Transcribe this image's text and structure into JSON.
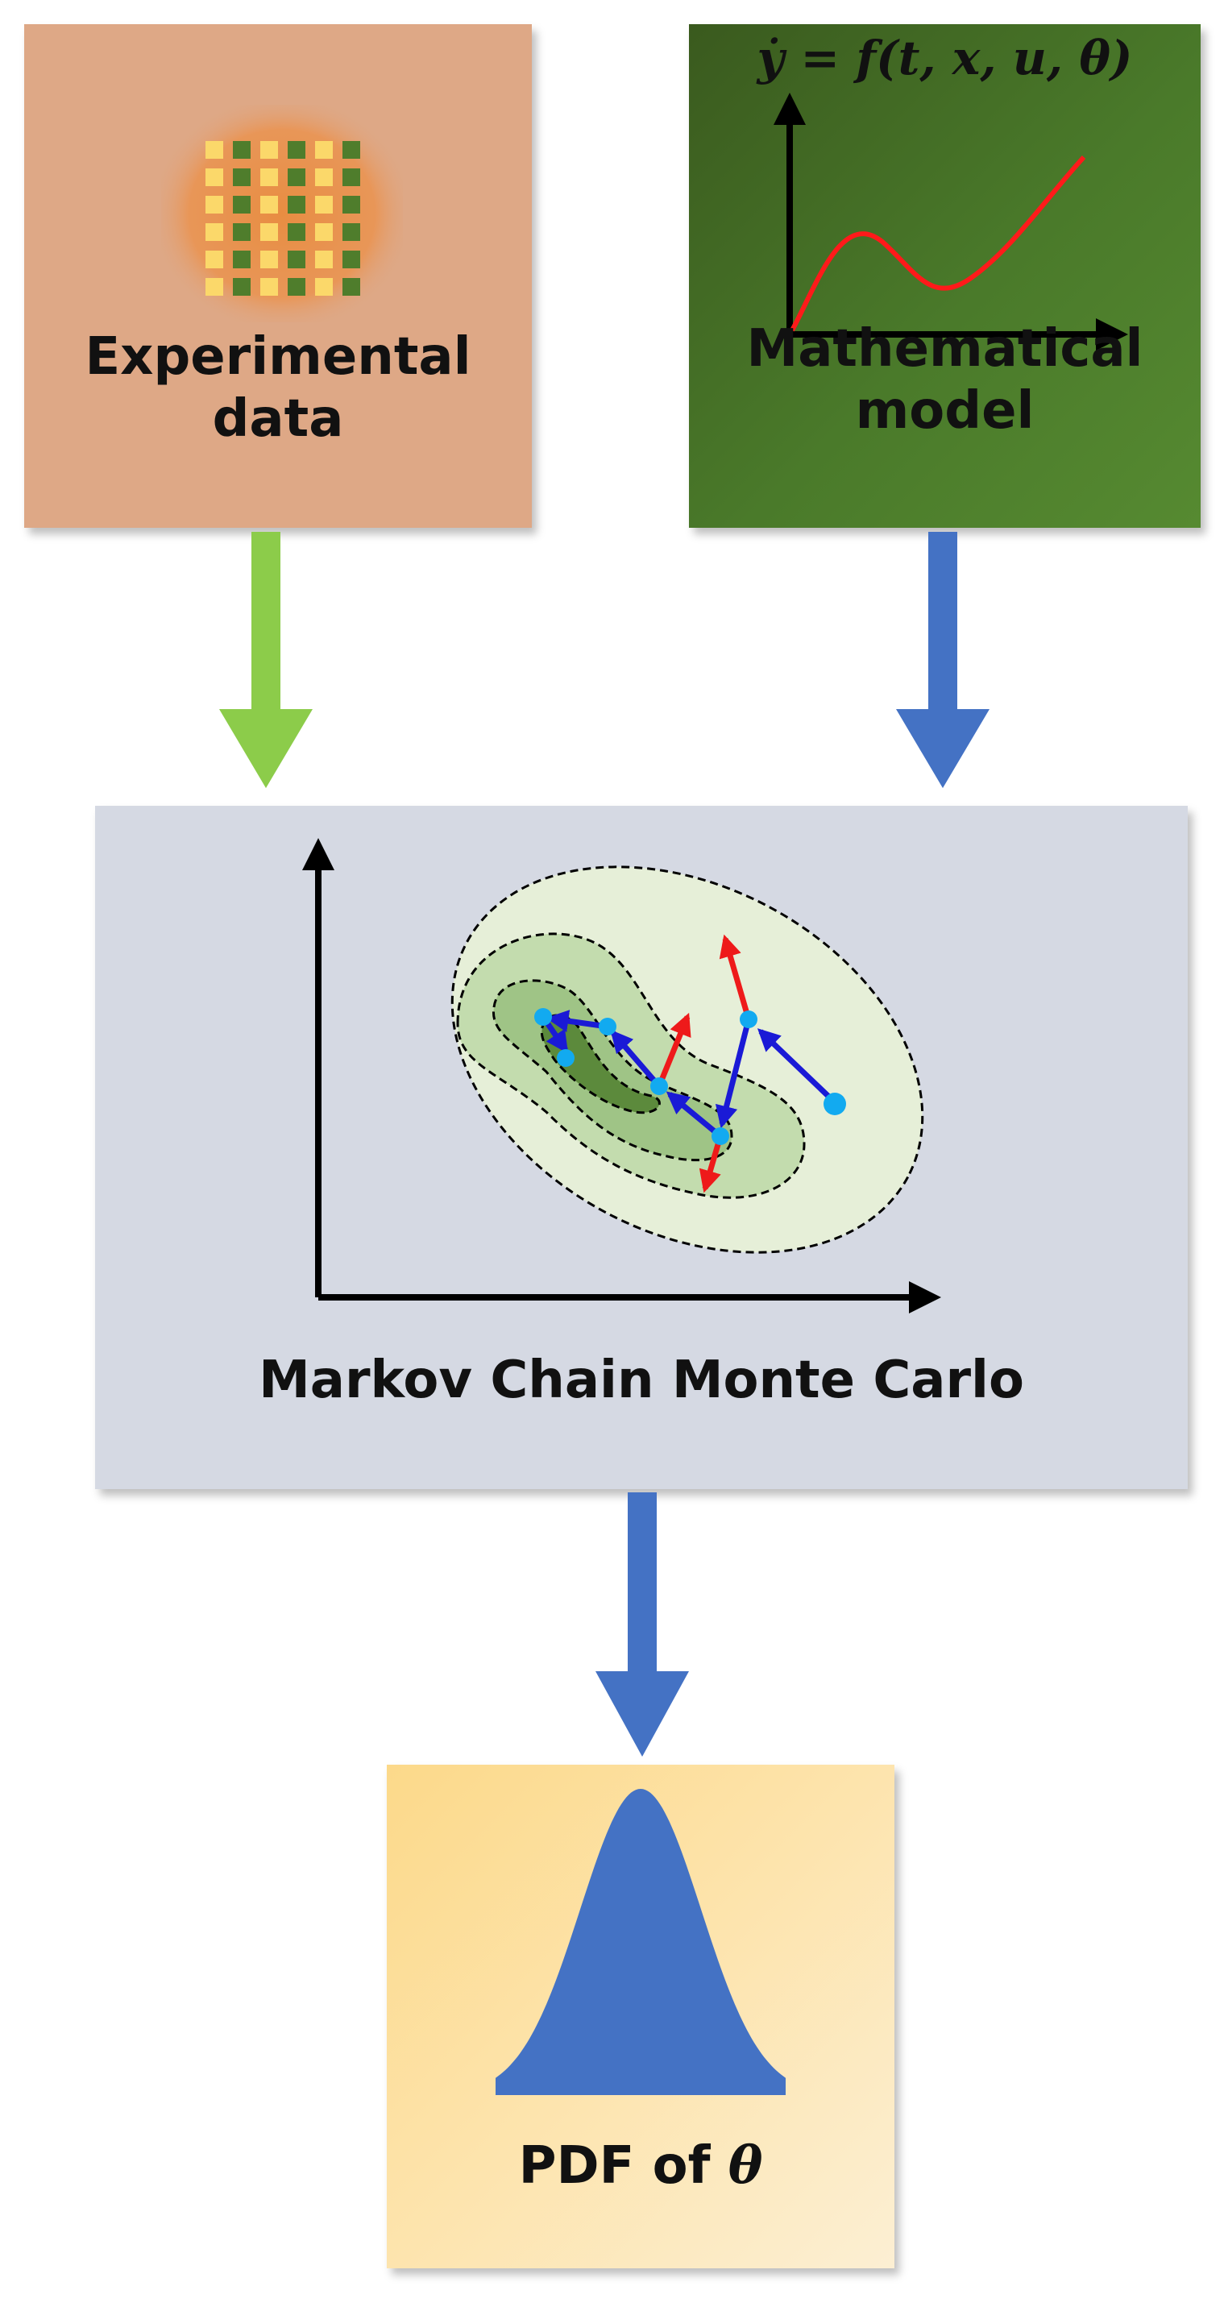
{
  "experimental_data": {
    "label_line1": "Experimental",
    "label_line2": "data",
    "grid_colors": [
      "#fbd86a",
      "#4f7d2c"
    ],
    "icon": "data-grid-icon"
  },
  "mathematical_model": {
    "equation": "ẏ = f(t, x, u, θ)",
    "label_line1": "Mathematical",
    "label_line2": "model",
    "curve_color": "#ff1a1a"
  },
  "mcmc": {
    "label": "Markov Chain Monte Carlo",
    "contour_colors": [
      "#e6efd8",
      "#c3dcae",
      "#9fc486",
      "#5c8a3c"
    ],
    "accept_arrow_color": "#1a1ad6",
    "reject_arrow_color": "#ee1a1a",
    "sample_color": "#12aaf0"
  },
  "pdf": {
    "label_prefix": "PDF of ",
    "label_symbol": "θ",
    "curve_color": "#4472c4"
  },
  "arrows": {
    "data_to_mcmc_color": "#8ccc4a",
    "model_to_mcmc_color": "#4472c4",
    "mcmc_to_pdf_color": "#4472c4"
  }
}
